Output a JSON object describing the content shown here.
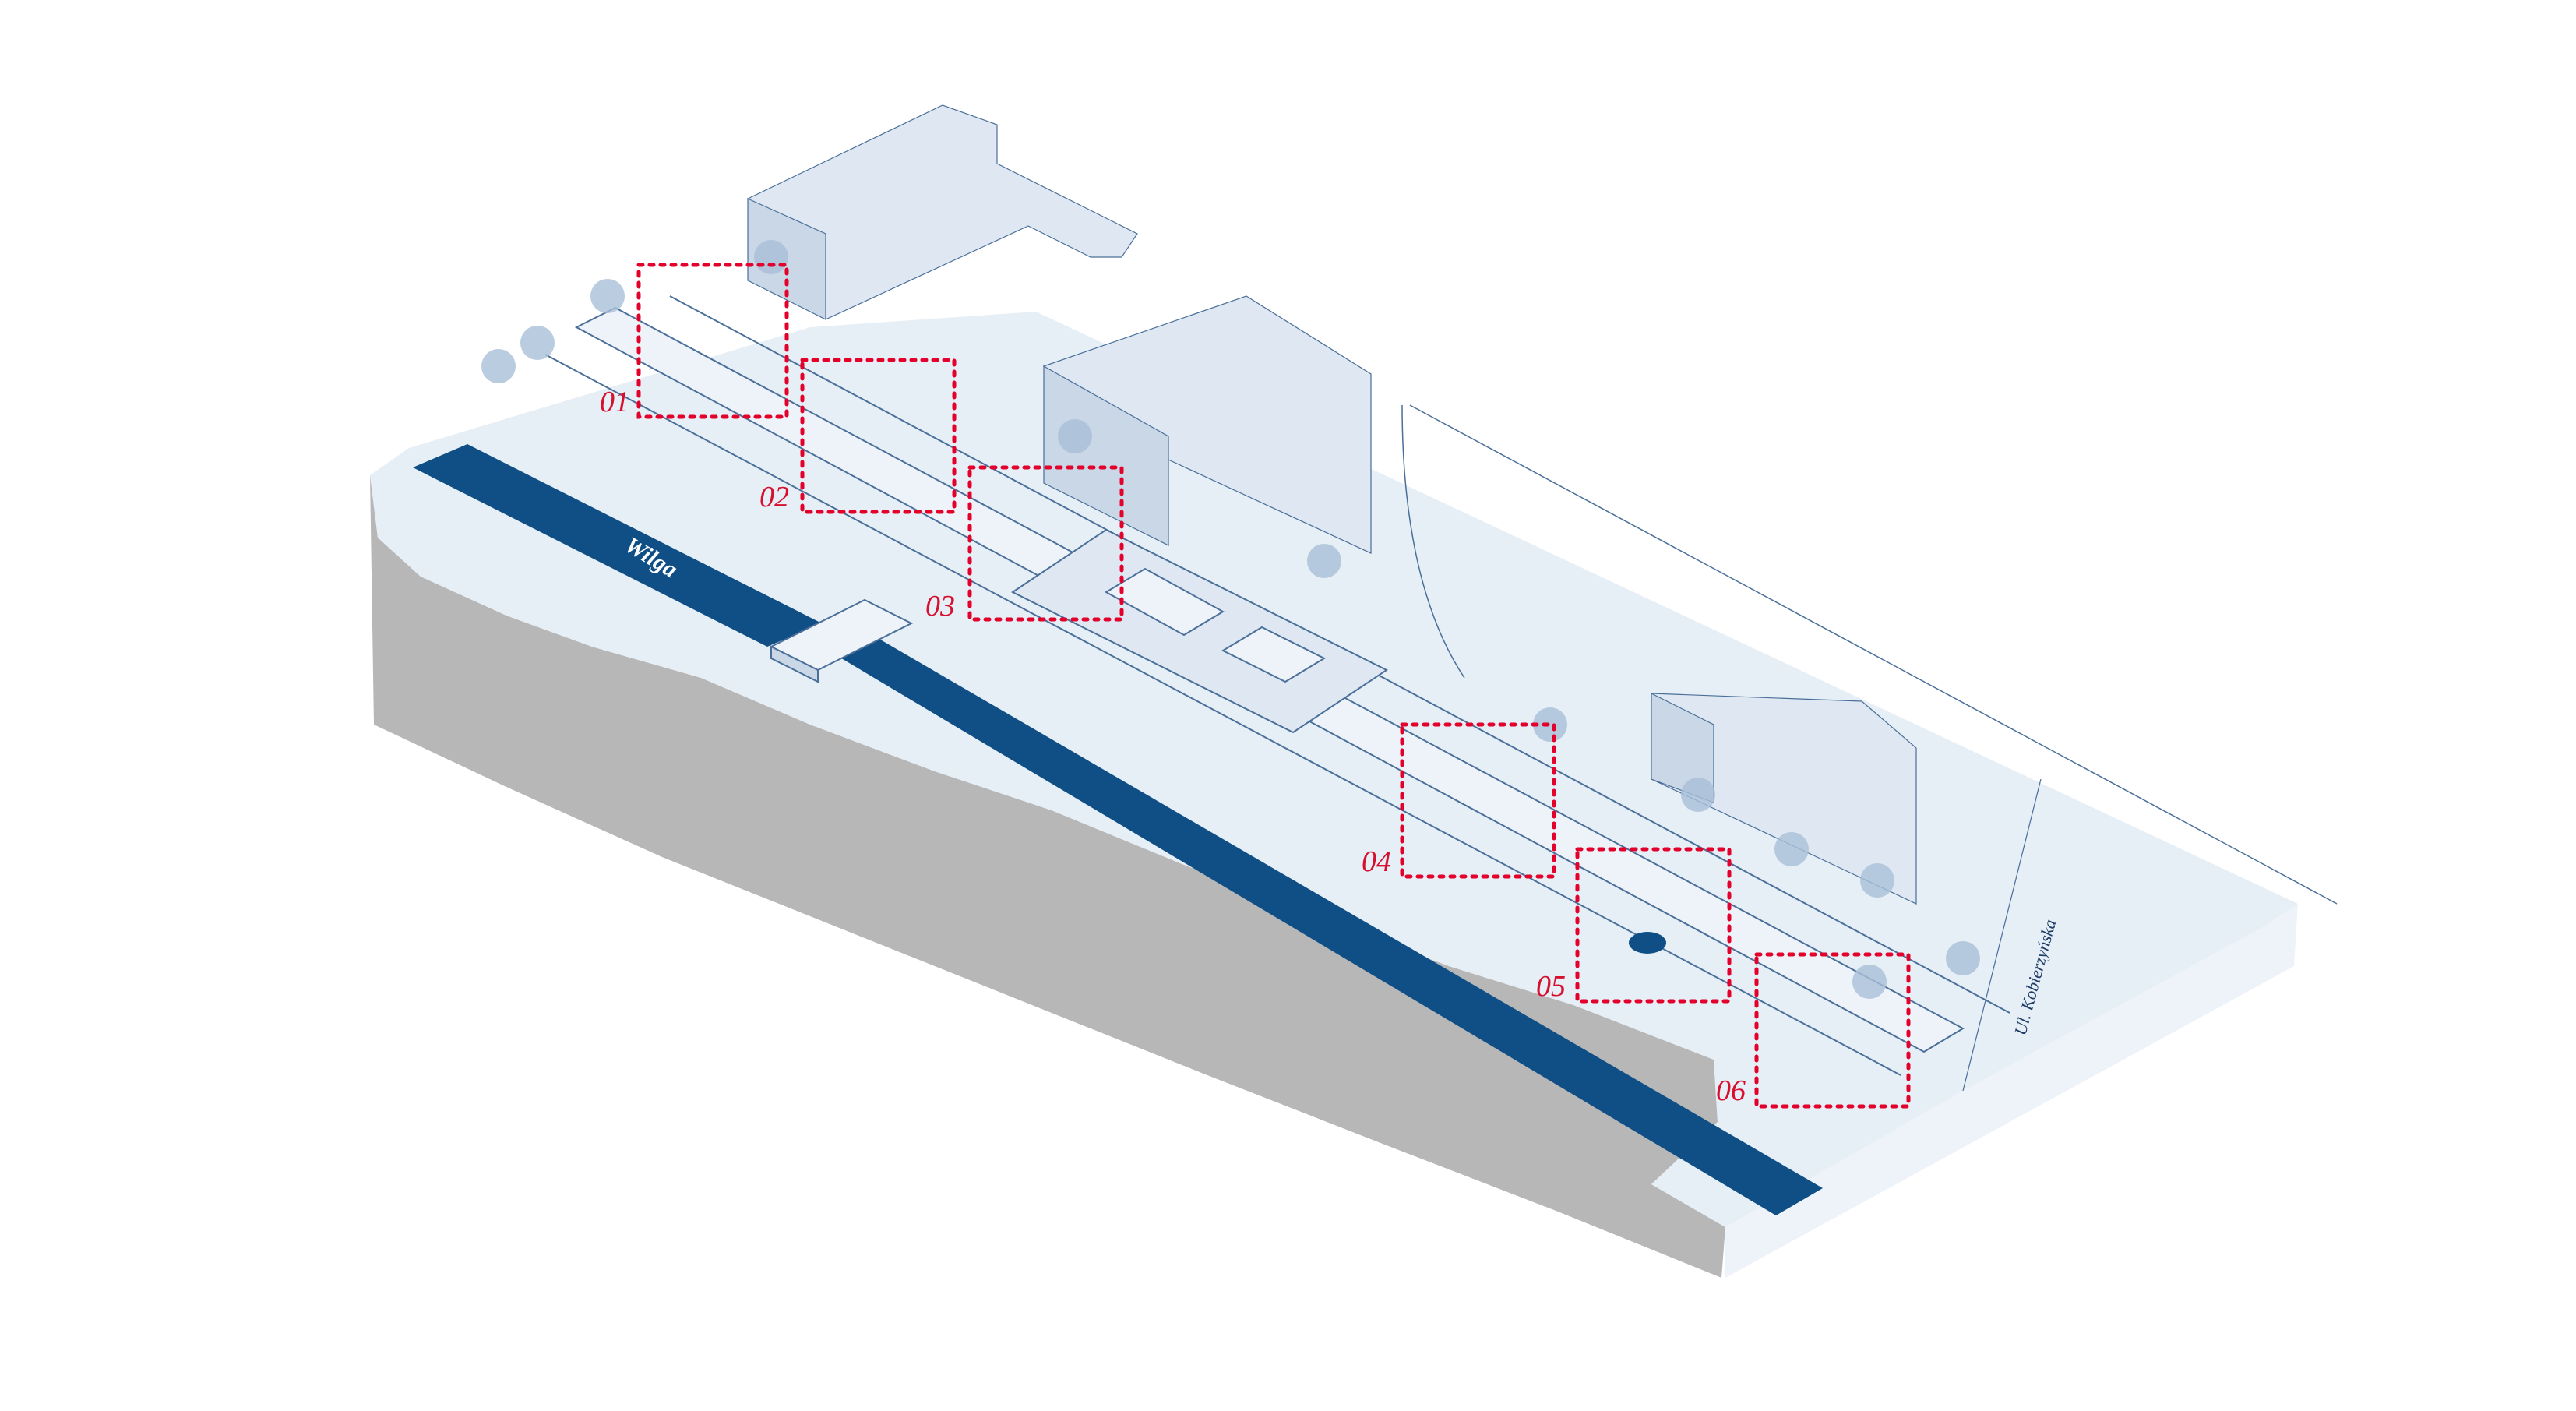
{
  "colors": {
    "background": "#ffffff",
    "ground": "#e6eef6",
    "ground_light": "#eef3f9",
    "building": "#dfe8f2",
    "building_shade": "#c9d7e6",
    "line": "#4a6f99",
    "river": "#0f4f86",
    "soil": "#b7b7b7",
    "soil_dark": "#8c8c8c",
    "tree": "#a9bfd8",
    "highlight": "#e3002b",
    "label_red": "#d6102e",
    "label_blue": "#1f3d66",
    "label_white": "#ffffff"
  },
  "labels": {
    "river": "Wilga",
    "street": "Ul. Kobierzyńska"
  },
  "zones": [
    {
      "number": "01"
    },
    {
      "number": "02"
    },
    {
      "number": "03"
    },
    {
      "number": "04"
    },
    {
      "number": "05"
    },
    {
      "number": "06"
    }
  ]
}
